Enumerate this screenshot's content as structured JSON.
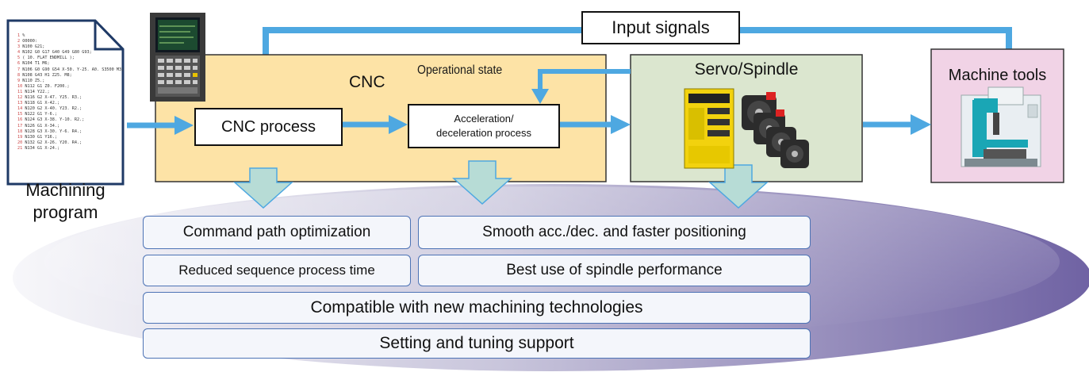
{
  "colors": {
    "arrow": "#4ea8e1",
    "cnc_fill": "#fde3a6",
    "servo_fill": "#dbe6cf",
    "machine_fill": "#f1d3e6",
    "feature_border": "#4d73b5",
    "ellipse_light": "#eeeef5",
    "ellipse_dark": "#7a6ca8",
    "down_arrow_fill": "#b7dcd6"
  },
  "input_signals": {
    "label": "Input signals"
  },
  "machining_program": {
    "label_line1": "Machining",
    "label_line2": "program",
    "icon": "document-icon",
    "code_lines": [
      "1|%",
      "2|O0000:",
      "3|N100 G21;",
      "4|N102 G0 G17 G40 G49 G80 G93;",
      "5|( 10. FLAT ENDMILL );",
      "6|N104 T1 M6;",
      "7|N106 G0 G90 G54 X-50. Y-25. A0. S3500 M3;",
      "8|N108 G43 H1 Z25. M8;",
      "9|N110 Z5.;",
      "10|N112 G1 Z0. F200.;",
      "11|N114 Y22.;",
      "12|N116 G2 X-47. Y25. R3.;",
      "13|N118 G1 X-42.;",
      "14|N120 G2 X-40. Y23. R2.;",
      "15|N122 G1 Y-6.;",
      "16|N124 G3 X-38. Y-10. R2.;",
      "17|N126 G1 X-34.;",
      "18|N128 G3 X-30. Y-6. R4.;",
      "19|N130 G1 Y16.;",
      "20|N132 G2 X-26. Y20. R4.;",
      "21|N134 G1 X-24.;"
    ]
  },
  "cnc": {
    "title": "CNC",
    "operational_state": "Operational state",
    "process_label": "CNC process",
    "accel_line1": "Acceleration/",
    "accel_line2": "deceleration process",
    "unit_icon": "cnc-control-panel-icon"
  },
  "servo": {
    "title": "Servo/Spindle",
    "image": "servo-amplifier-and-motors-icon"
  },
  "machine": {
    "title": "Machine tools",
    "image": "machining-center-icon"
  },
  "features": {
    "command_path": "Command path optimization",
    "smooth_acc": "Smooth acc./dec. and faster positioning",
    "reduced_seq": "Reduced sequence process time",
    "spindle_perf": "Best use of spindle performance",
    "compatible": "Compatible with new machining technologies",
    "setting": "Setting and tuning support"
  }
}
